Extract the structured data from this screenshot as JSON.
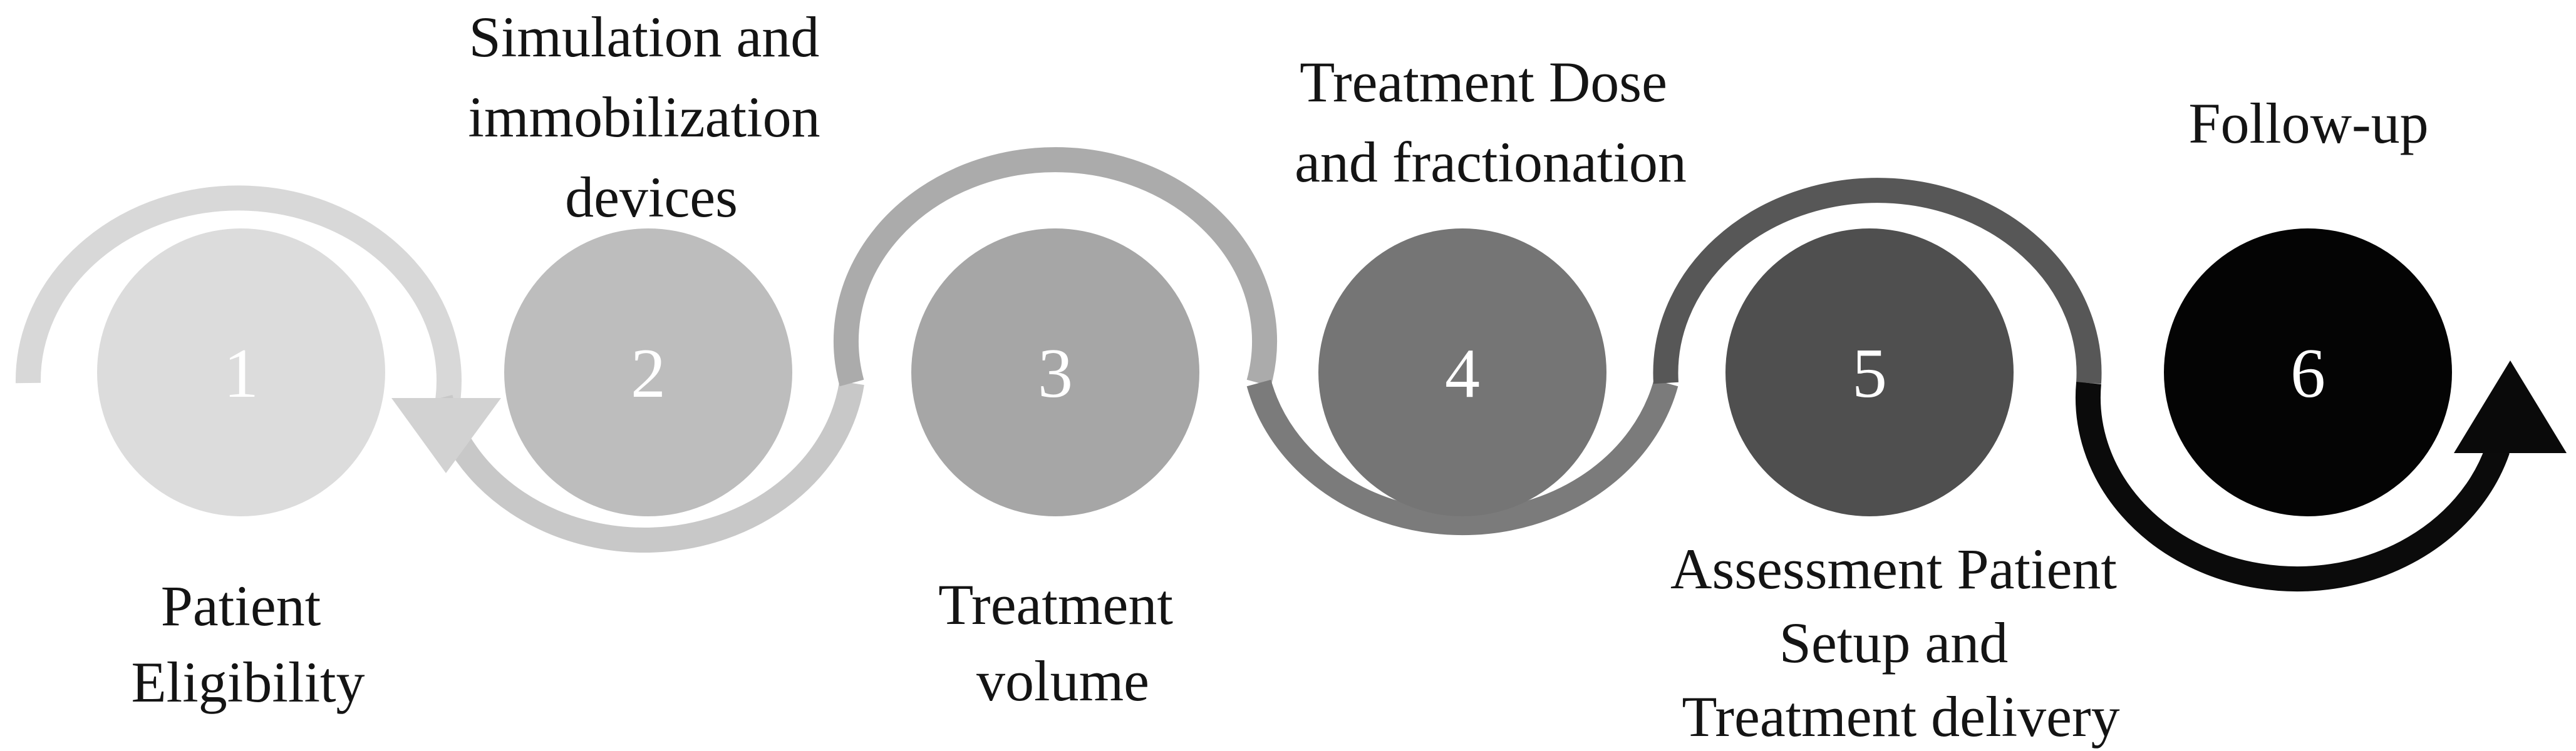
{
  "figure": {
    "title": "Radiotherapy workflow process diagram",
    "background_color": "#ffffff",
    "label_text_color": "#141414",
    "number_text_color": "#ffffff",
    "steps": [
      {
        "number": "1",
        "label": "Patient Eligibility",
        "lines": [
          "Patient",
          "Eligibility"
        ],
        "label_position": "below",
        "circle_color": "#dcdcdc"
      },
      {
        "number": "2",
        "label": "Simulation and immobilization devices",
        "lines": [
          "Simulation and",
          "immobilization",
          "devices"
        ],
        "label_position": "above",
        "circle_color": "#bdbdbd"
      },
      {
        "number": "3",
        "label": "Treatment volume",
        "lines": [
          "Treatment",
          "volume"
        ],
        "label_position": "below",
        "circle_color": "#a6a6a6"
      },
      {
        "number": "4",
        "label": "Treatment Dose and fractionation",
        "lines": [
          "Treatment Dose",
          "and fractionation"
        ],
        "label_position": "above",
        "circle_color": "#757575"
      },
      {
        "number": "5",
        "label": "Assessment Patient Setup and Treatment delivery",
        "lines": [
          "Assessment Patient",
          "Setup and",
          "Treatment delivery"
        ],
        "label_position": "below",
        "circle_color": "#4f4f4f"
      },
      {
        "number": "6",
        "label": "Follow-up",
        "lines": [
          "Follow-up"
        ],
        "label_position": "above",
        "circle_color": "#040404"
      }
    ],
    "ribbon": {
      "segment_colors": [
        "#d8d8d8",
        "#c8c8c8",
        "#ababab",
        "#7b7b7b",
        "#575757",
        "#0b0b0b"
      ],
      "arrow_down_color": "#d2d2d2",
      "arrow_up_color": "#0a0a0a"
    }
  }
}
